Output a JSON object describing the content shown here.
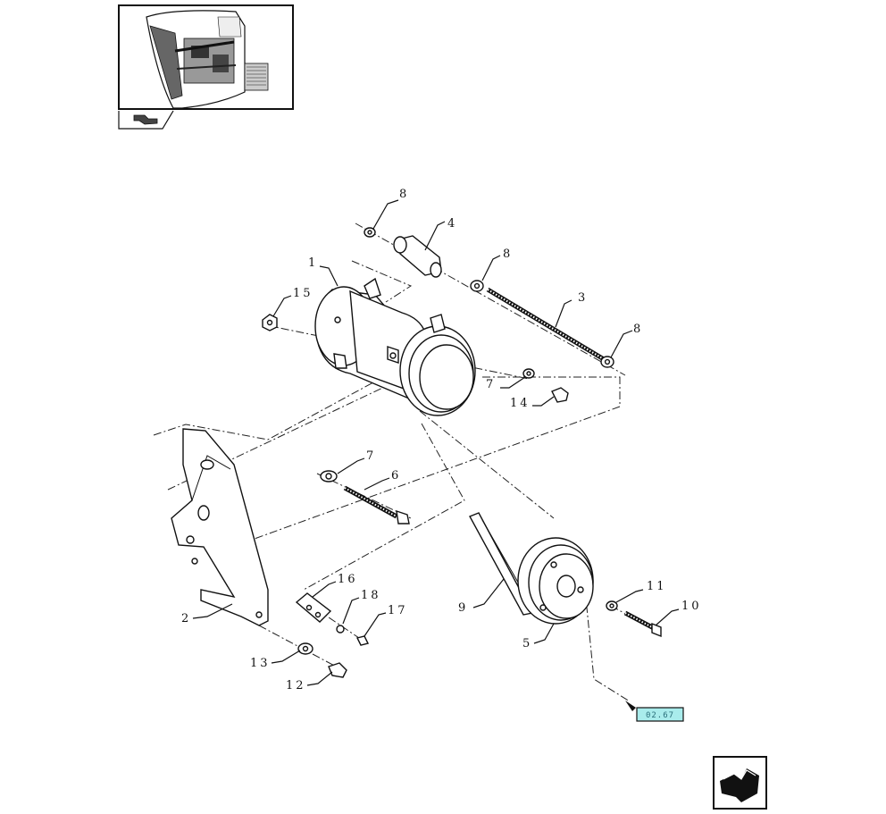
{
  "callouts": [
    {
      "id": "c1",
      "text": "1"
    },
    {
      "id": "c2",
      "text": "2"
    },
    {
      "id": "c3",
      "text": "3"
    },
    {
      "id": "c4",
      "text": "4"
    },
    {
      "id": "c5",
      "text": "5"
    },
    {
      "id": "c6",
      "text": "6"
    },
    {
      "id": "c7a",
      "text": "7"
    },
    {
      "id": "c7b",
      "text": "7"
    },
    {
      "id": "c8a",
      "text": "8"
    },
    {
      "id": "c8b",
      "text": "8"
    },
    {
      "id": "c8c",
      "text": "8"
    },
    {
      "id": "c9",
      "text": "9"
    },
    {
      "id": "c10",
      "text": "10"
    },
    {
      "id": "c11",
      "text": "11"
    },
    {
      "id": "c12",
      "text": "12"
    },
    {
      "id": "c13",
      "text": "13"
    },
    {
      "id": "c14",
      "text": "14"
    },
    {
      "id": "c15",
      "text": "15"
    },
    {
      "id": "c16",
      "text": "16"
    },
    {
      "id": "c17",
      "text": "17"
    },
    {
      "id": "c18",
      "text": "18"
    }
  ],
  "reference_badge": {
    "text": "02.67",
    "fill": "#a9ecec"
  },
  "icons": {
    "thumbnail": "tractor-cab-thumbnail-icon",
    "thumbnail_tab": "book-arrow-icon",
    "navigation": "next-page-arrow-icon"
  }
}
